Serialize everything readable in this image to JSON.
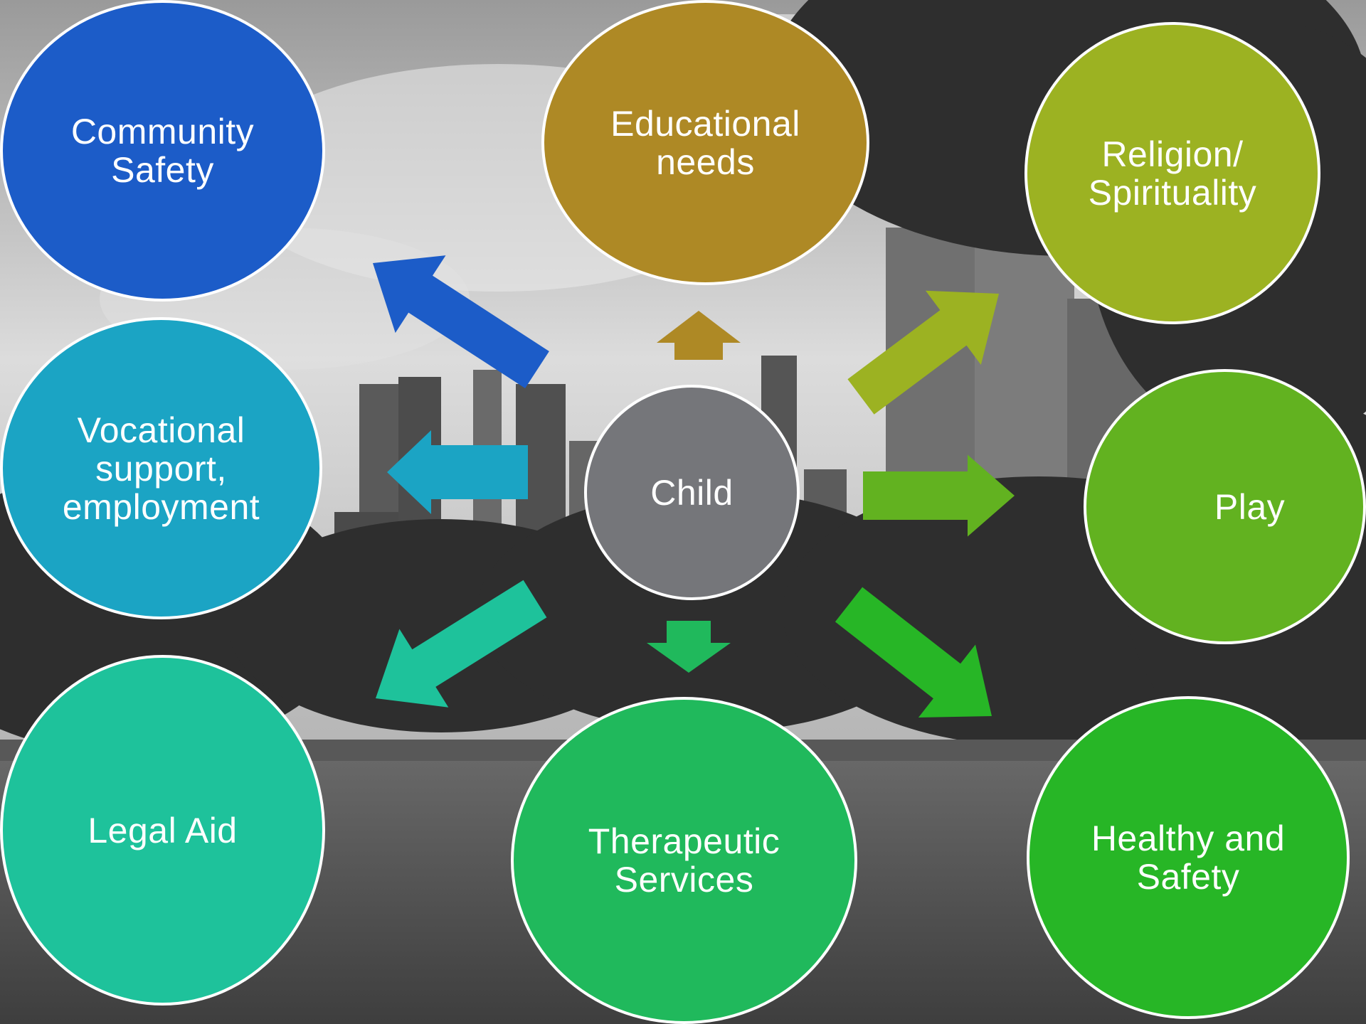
{
  "diagram": {
    "center": {
      "label": "Child",
      "color": "#75767A"
    },
    "nodes": [
      {
        "id": "community-safety",
        "label": "Community\nSafety",
        "color": "#1C5CC8"
      },
      {
        "id": "educational-needs",
        "label": "Educational\nneeds",
        "color": "#AE8925"
      },
      {
        "id": "religion-spirituality",
        "label": "Religion/\nSpirituality",
        "color": "#9CB222"
      },
      {
        "id": "vocational-support",
        "label": "Vocational\nsupport,\nemployment",
        "color": "#1BA4C4"
      },
      {
        "id": "play",
        "label": "Play",
        "color": "#62B220"
      },
      {
        "id": "legal-aid",
        "label": "Legal Aid",
        "color": "#1EC29B"
      },
      {
        "id": "therapeutic-services",
        "label": "Therapeutic\nServices",
        "color": "#20B95C"
      },
      {
        "id": "healthy-and-safety",
        "label": "Healthy and\nSafety",
        "color": "#27B626"
      }
    ]
  }
}
